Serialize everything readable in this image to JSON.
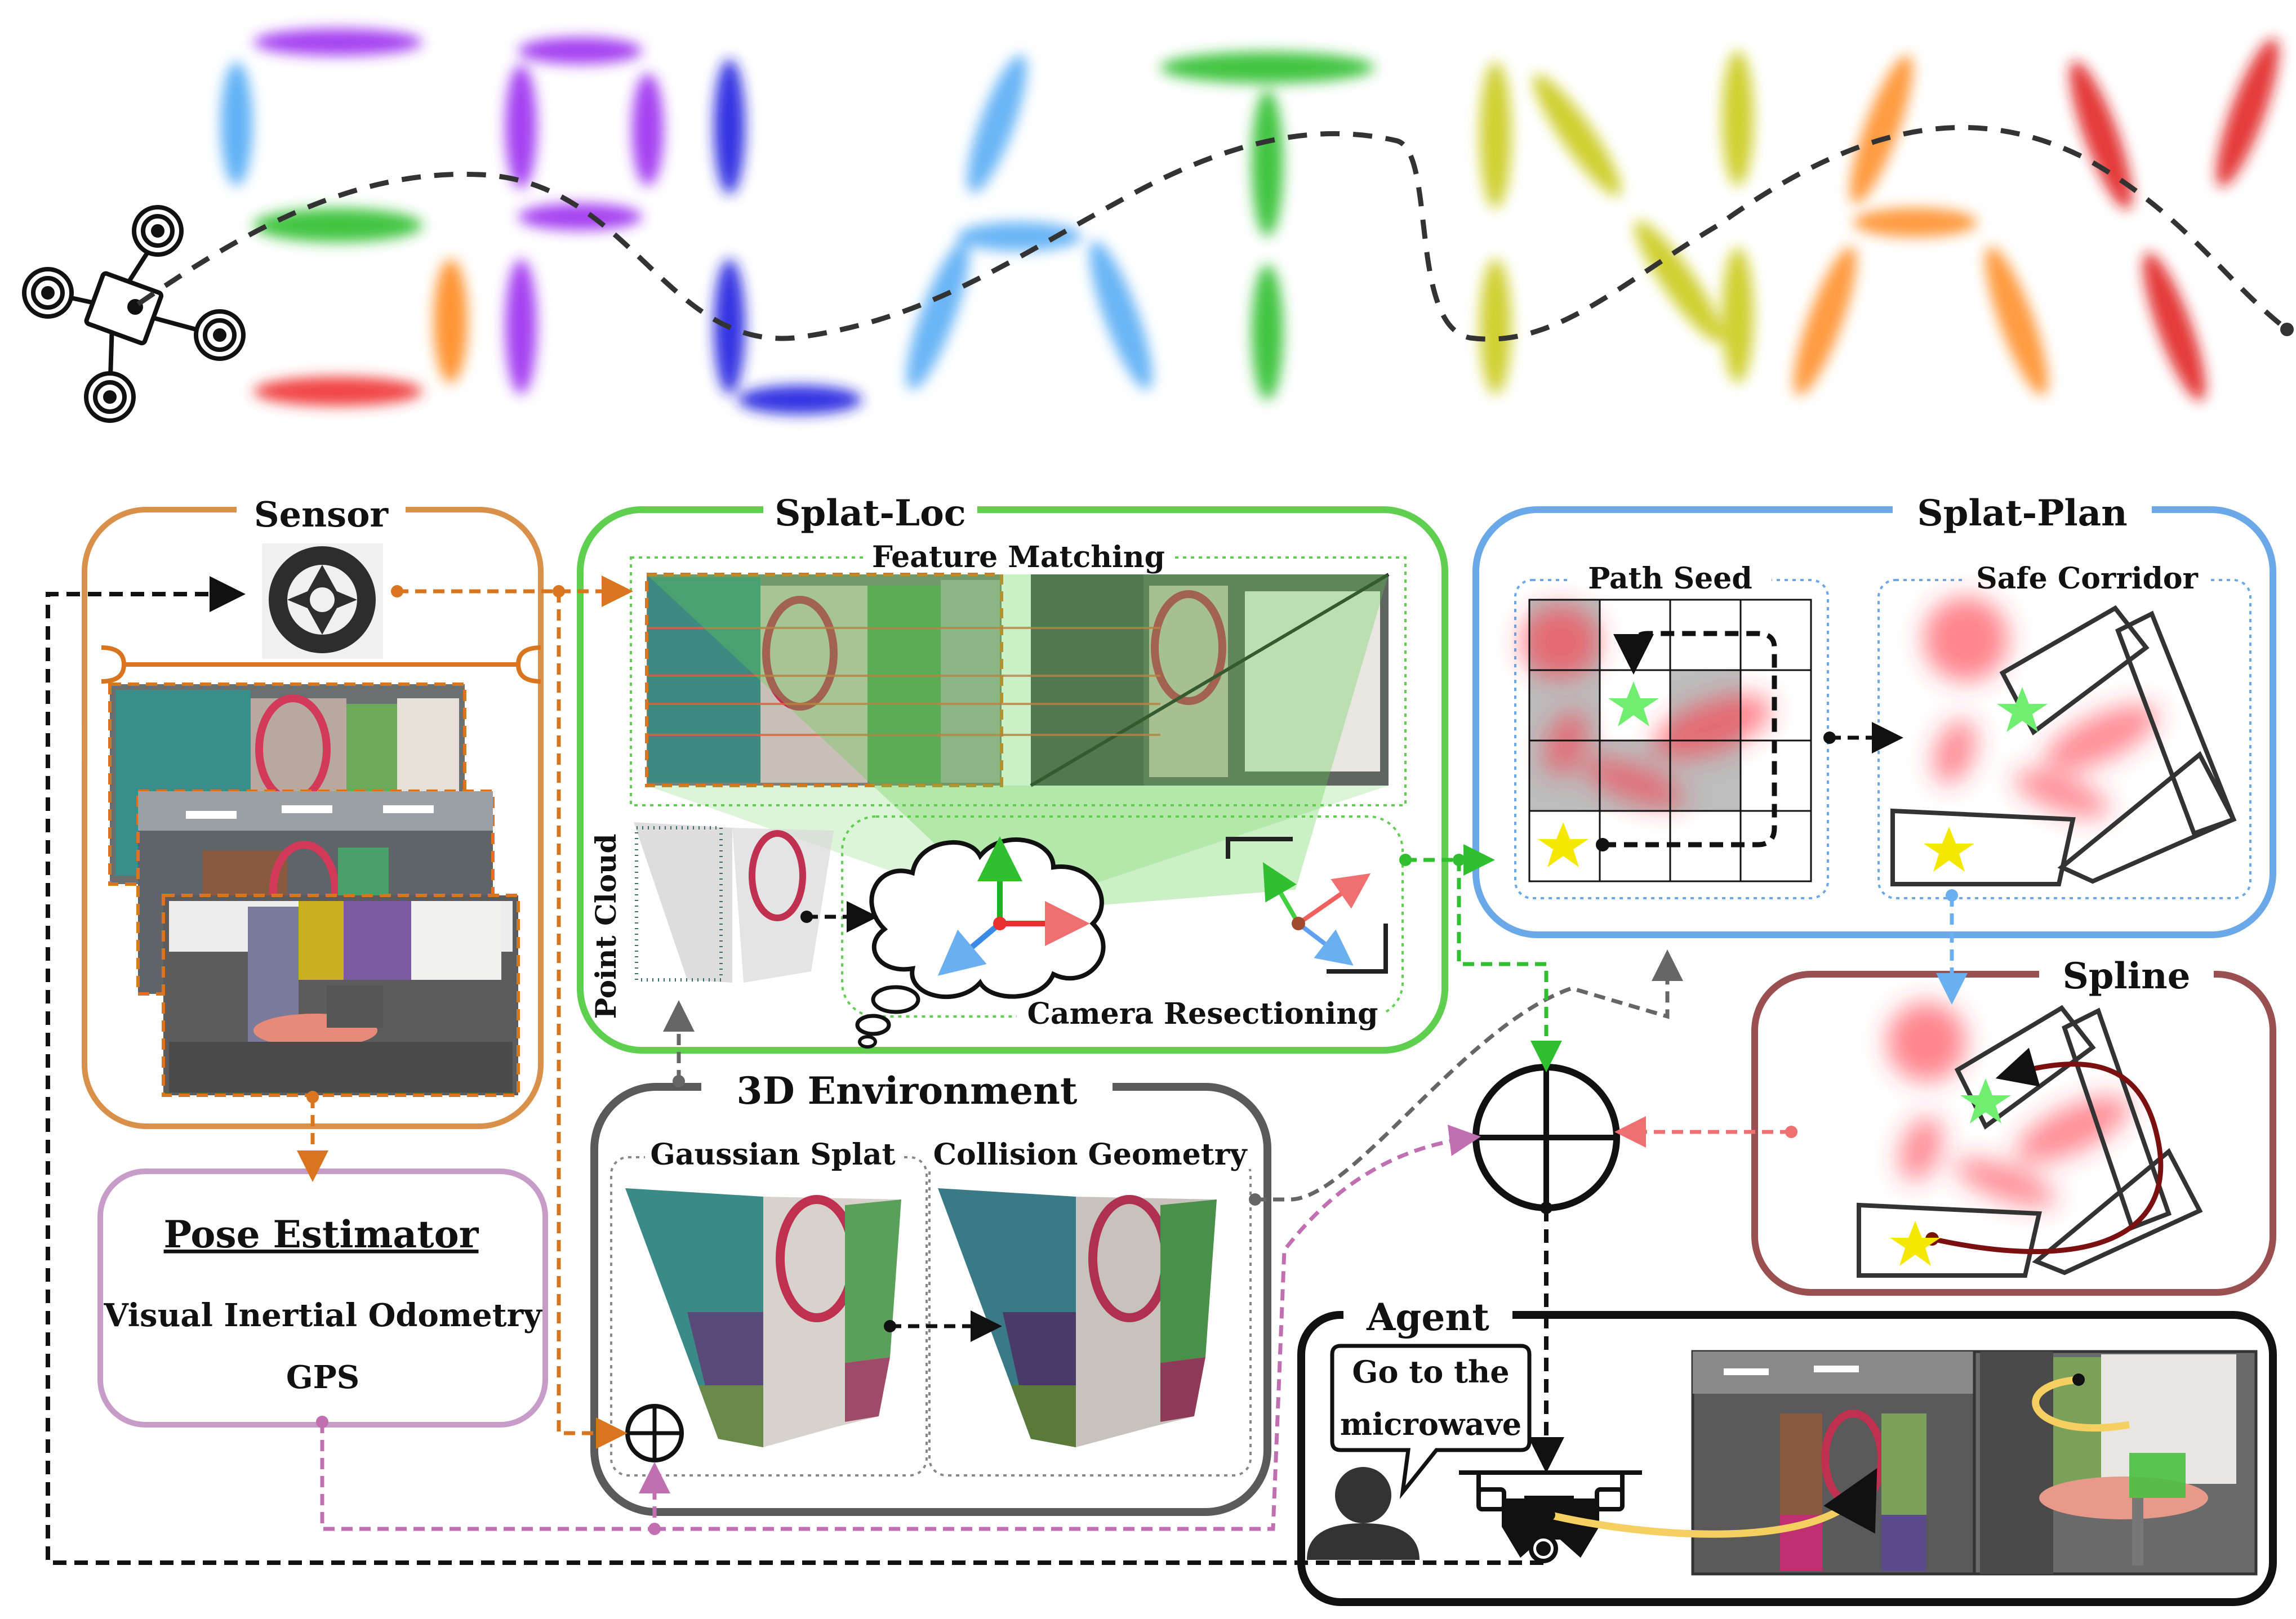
{
  "sensor": {
    "title": "Sensor"
  },
  "pose_estimator": {
    "title": "Pose Estimator",
    "line1": "Visual Inertial Odometry",
    "line2": "GPS"
  },
  "splat_loc": {
    "title": "Splat-Loc",
    "feature_matching": "Feature Matching",
    "point_cloud": "Point Cloud",
    "camera_resectioning": "Camera Resectioning"
  },
  "environment": {
    "title": "3D Environment",
    "gaussian_splat": "Gaussian Splat",
    "collision_geometry": "Collision Geometry"
  },
  "splat_plan": {
    "title": "Splat-Plan",
    "path_seed": "Path Seed",
    "safe_corridor": "Safe Corridor"
  },
  "spline": {
    "title": "Spline"
  },
  "agent": {
    "title": "Agent",
    "speech_line1": "Go to the",
    "speech_line2": "microwave"
  },
  "colors": {
    "sensor": "#d9904a",
    "pose": "#c89cc8",
    "splat_loc": "#5fcf4f",
    "environment": "#5a5a5a",
    "splat_plan": "#6aa8e8",
    "spline": "#9a5050",
    "agent": "#111111",
    "orange_flow": "#d9741f",
    "green_flow": "#2fbf2f",
    "pink_flow": "#c070b0",
    "red_flow": "#ee7070",
    "blue_flow": "#6ab0f0",
    "gray_flow": "#666666"
  }
}
